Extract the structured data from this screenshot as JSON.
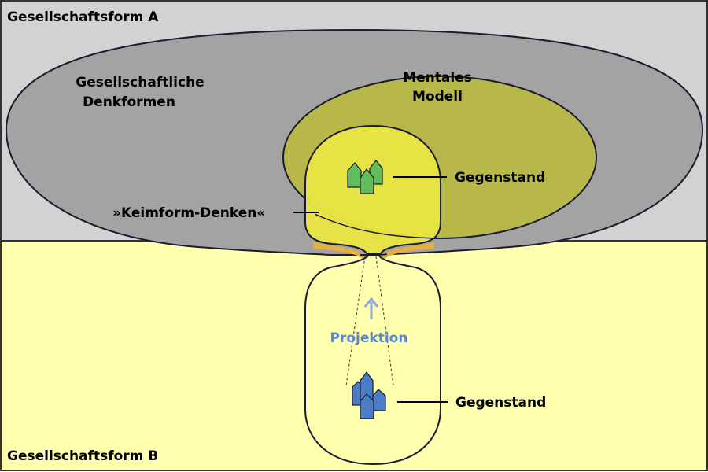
{
  "regions": {
    "society_a": "Gesellschaftsform A",
    "society_b": "Gesellschaftsform B"
  },
  "labels": {
    "thought_forms": [
      "Gesellschaftliche",
      "Denkformen"
    ],
    "mental_model": [
      "Mentales",
      "Modell"
    ],
    "germ_form_thinking": "»Keimform-Denken«",
    "object_top": "Gegenstand",
    "object_bottom": "Gegenstand",
    "projection": "Projektion"
  },
  "colors": {
    "society_a_bg": "#d2d2d2",
    "society_b_bg": "#ffffae",
    "thought_forms_fill": "#a3a3a3",
    "mental_model_fill": "#b7b74a",
    "germ_form_fill": "#e8e445",
    "funnel_fill": "#e4b03e",
    "bubble_b_fill": "#ffffae",
    "object_top_fill": "#5fbe5a",
    "object_bottom_fill": "#4d7cc7",
    "projection_color": "#5a85cf",
    "stroke": "#1b1b2f"
  }
}
